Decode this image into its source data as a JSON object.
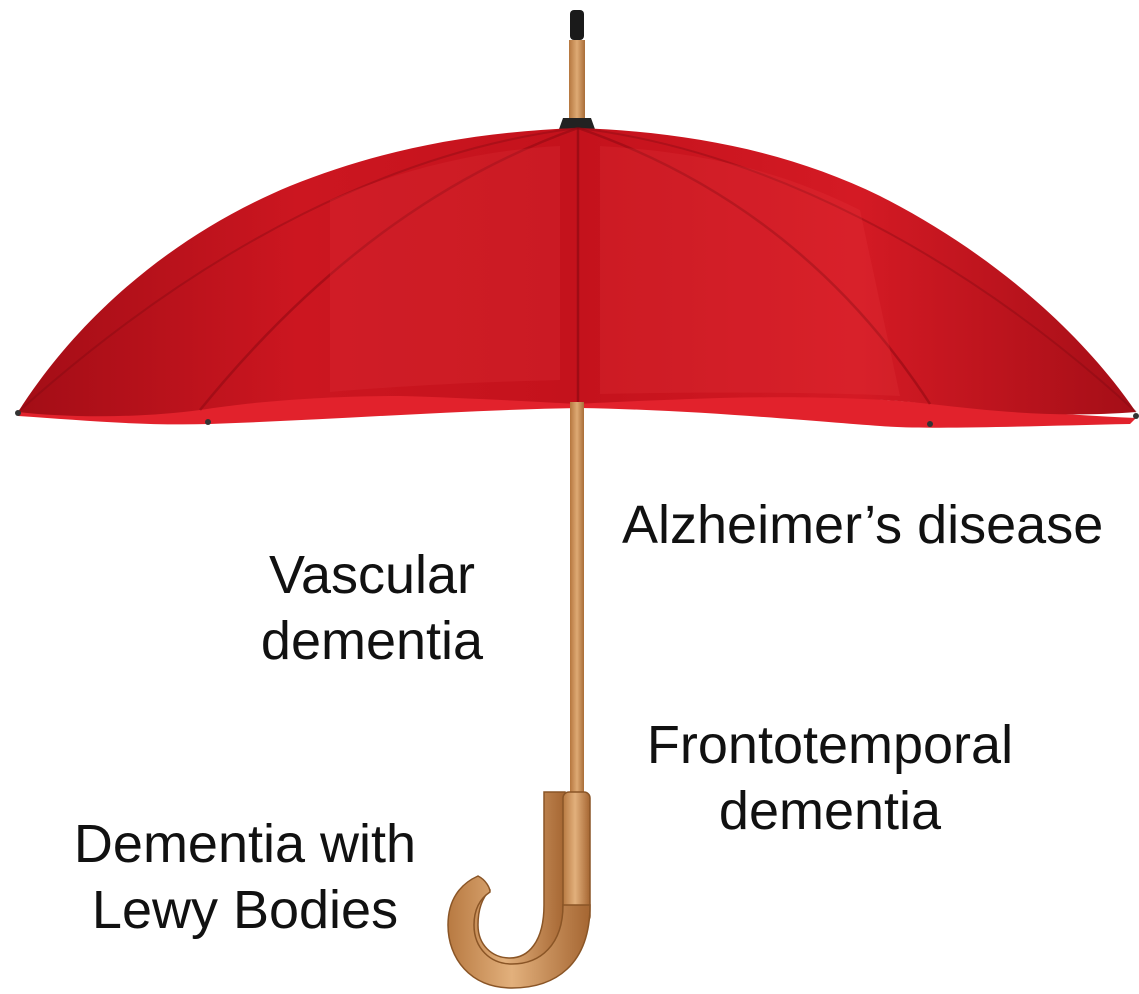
{
  "labels": {
    "alzheimers": [
      "Alzheimer’s disease"
    ],
    "vascular": [
      "Vascular",
      "dementia"
    ],
    "frontotemporal": [
      "Frontotemporal",
      "dementia"
    ],
    "lewy": [
      "Dementia with",
      "Lewy Bodies"
    ]
  },
  "colors": {
    "canopy": "#c0101a",
    "canopy_dark": "#8e0a12",
    "handle": "#c98a4f",
    "text": "#111111"
  }
}
